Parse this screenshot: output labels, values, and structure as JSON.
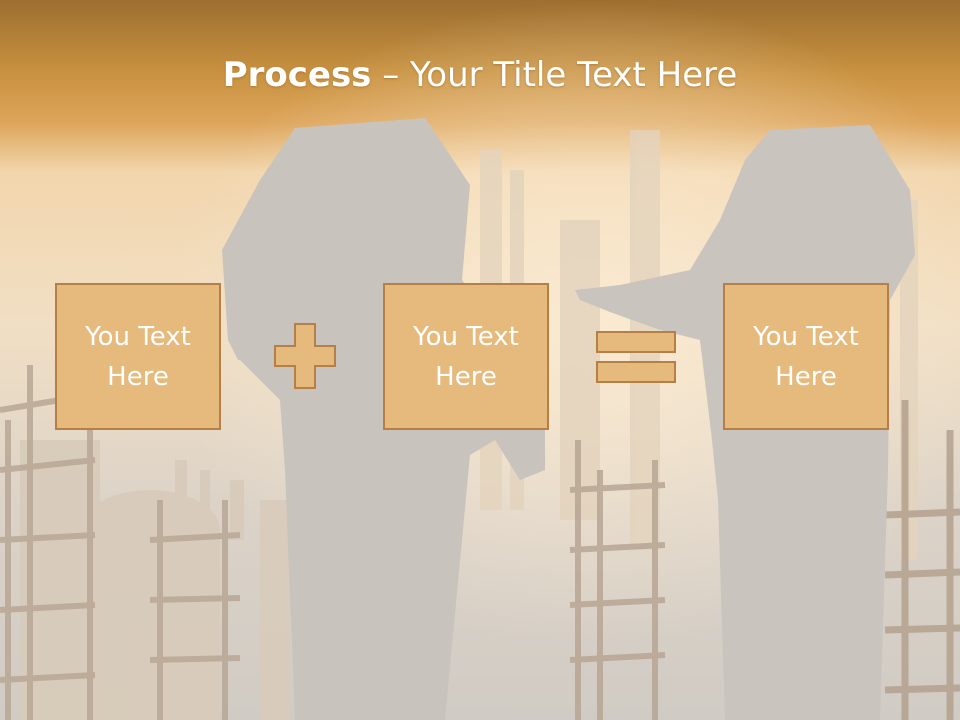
{
  "slide": {
    "title_bold": "Process",
    "title_rest": " – Your Title Text Here",
    "boxes": [
      {
        "text": "You Text\nHere"
      },
      {
        "text": "You Text\nHere"
      },
      {
        "text": "You Text\nHere"
      }
    ],
    "operators": [
      "plus",
      "equals"
    ]
  },
  "colors": {
    "header_band": "#c8913f",
    "box_fill": "#e6b97c",
    "box_border": "#b57f45",
    "text": "#ffffff",
    "silhouette": "#c7c2bb"
  }
}
